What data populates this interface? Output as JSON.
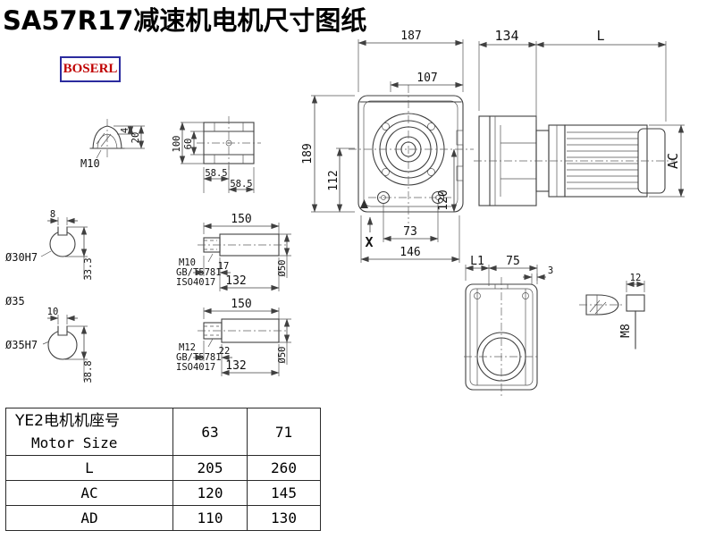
{
  "header": {
    "title": "SA57R17减速机电机尺寸图纸",
    "logo_text": "BOSERL"
  },
  "colors": {
    "logo_text": "#c00000",
    "logo_border": "#2b2b9e",
    "line": "#404040"
  },
  "drawing": {
    "plug_m10": {
      "thread": "M10",
      "height": "20",
      "tip": "4"
    },
    "top_view": {
      "width_outer": "100",
      "width_inner": "60",
      "half_a": "58.5",
      "half_b": "58.5"
    },
    "front_view": {
      "w187": "187",
      "w107": "107",
      "h189": "189",
      "h112": "112",
      "h120": "120",
      "w73": "73",
      "w146": "146",
      "x_mark": "X"
    },
    "side_view": {
      "w134": "134",
      "wL": "L",
      "hAC": "AC"
    },
    "shaft30": {
      "key_w": "8",
      "bore": "Ø30H7",
      "key_h": "33.3",
      "dia35": "Ø35",
      "len150": "150",
      "thread": "M10",
      "std_gb": "GB/T5781",
      "std_iso": "ISO4017",
      "d17": "17",
      "d132": "132",
      "d50": "Ø50"
    },
    "shaft35": {
      "key_w": "10",
      "bore": "Ø35H7",
      "key_h": "38.8",
      "len150": "150",
      "thread": "M12",
      "std_gb": "GB/T5781",
      "std_iso": "ISO4017",
      "d22": "22",
      "d132": "132",
      "d50": "Ø50"
    },
    "flange_view": {
      "L1": "L1",
      "d75": "75",
      "d3": "3"
    },
    "bolt_m8": {
      "d12": "12",
      "thread": "M8"
    }
  },
  "table": {
    "header": {
      "title_cn": "YE2电机机座号",
      "title_en": "Motor Size",
      "size1": "63",
      "size2": "71"
    },
    "rows": [
      {
        "label": "L",
        "v1": "205",
        "v2": "260"
      },
      {
        "label": "AC",
        "v1": "120",
        "v2": "145"
      },
      {
        "label": "AD",
        "v1": "110",
        "v2": "130"
      }
    ]
  }
}
